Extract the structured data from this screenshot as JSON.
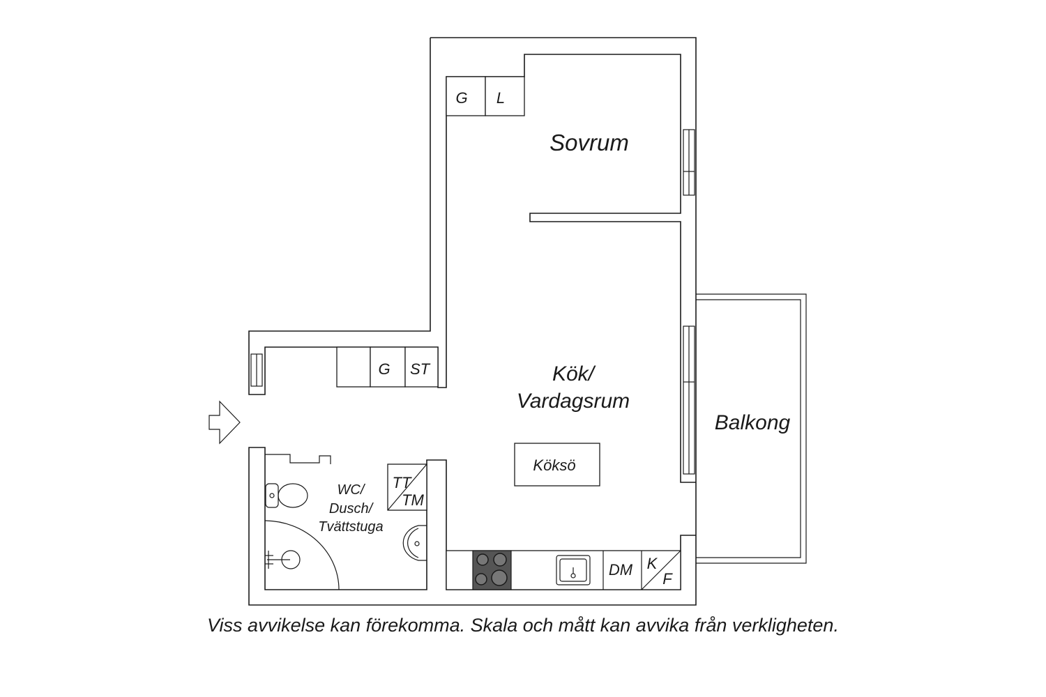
{
  "rooms": {
    "sovrum": "Sovrum",
    "kok_line1": "Kök/",
    "kok_line2": "Vardagsrum",
    "balkong": "Balkong",
    "wc_line1": "WC/",
    "wc_line2": "Dusch/",
    "wc_line3": "Tvättstuga",
    "kokso": "Köksö"
  },
  "fixtures": {
    "garderob_top": "G",
    "linne": "L",
    "garderob_hall": "G",
    "stad": "ST",
    "tt": "TT",
    "tm": "TM",
    "dm": "DM",
    "k": "K",
    "f": "F"
  },
  "footer": {
    "disclaimer": "Viss avvikelse kan förekomma. Skala och mått kan avvika från verkligheten."
  },
  "colors": {
    "line": "#1a1a1a",
    "stove": "#555555"
  }
}
